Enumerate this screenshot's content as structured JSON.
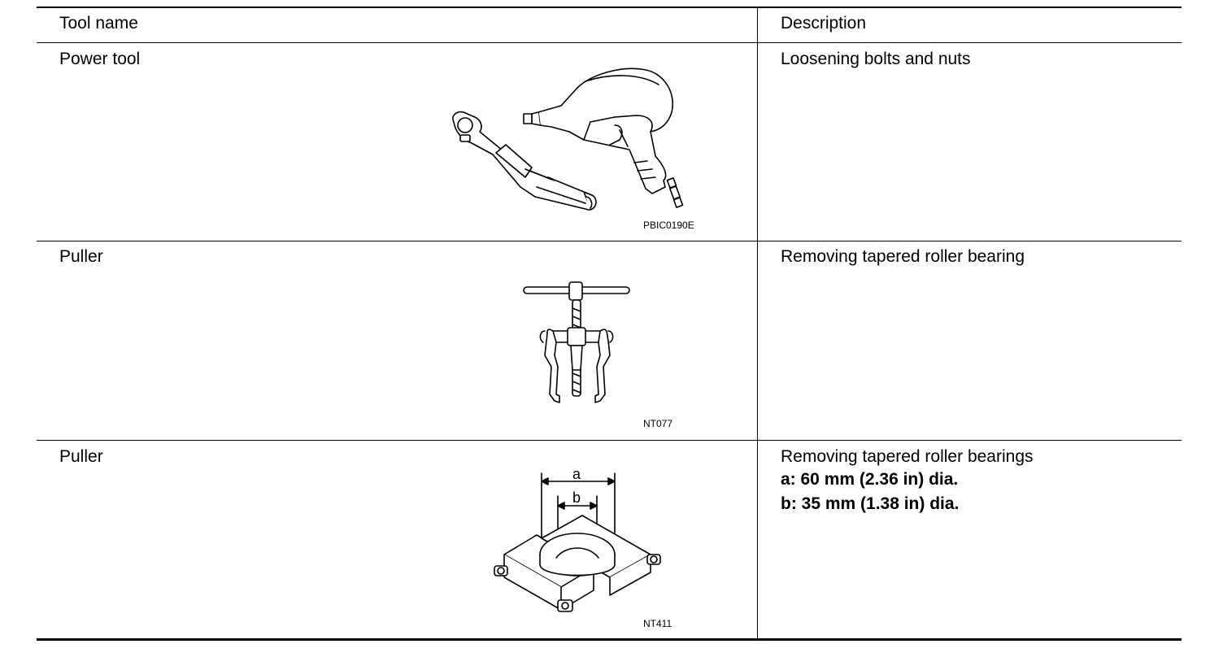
{
  "table": {
    "headers": {
      "tool_name": "Tool name",
      "description": "Description"
    },
    "rows": [
      {
        "tool_name": "Power tool",
        "description": [
          "Loosening bolts and nuts"
        ],
        "figure": {
          "code": "PBIC0190E",
          "icon": "power-tool-illustration"
        }
      },
      {
        "tool_name": "Puller",
        "description": [
          "Removing tapered roller bearing"
        ],
        "figure": {
          "code": "NT077",
          "icon": "gear-puller-illustration"
        }
      },
      {
        "tool_name": "Puller",
        "description": [
          "Removing tapered roller bearings",
          "a: 60 mm (2.36 in) dia.",
          "b: 35 mm (1.38 in) dia."
        ],
        "figure": {
          "code": "NT411",
          "icon": "bearing-puller-illustration",
          "dim_labels": [
            "a",
            "b"
          ]
        }
      }
    ]
  }
}
